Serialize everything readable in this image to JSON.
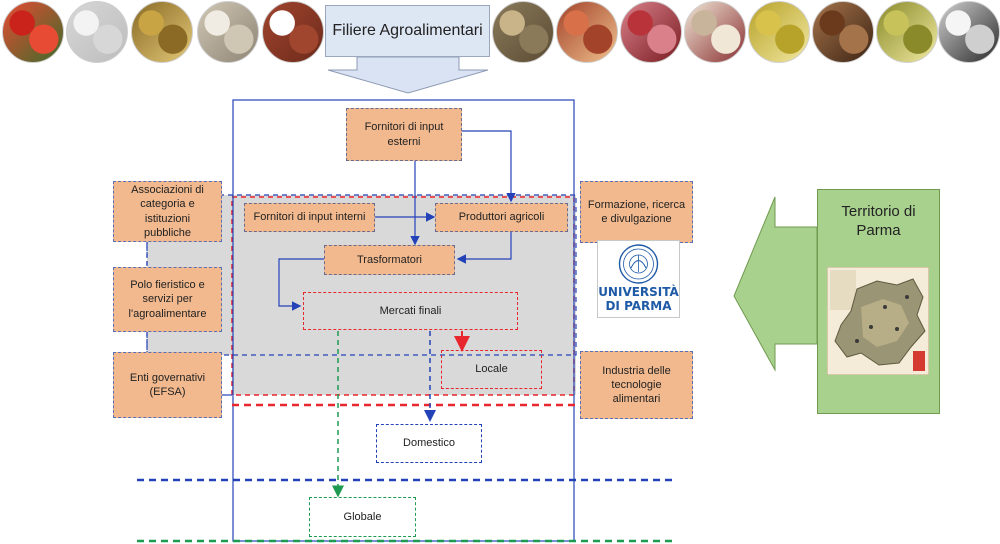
{
  "header": {
    "title": "Filiere Agroalimentari"
  },
  "photos": [
    {
      "name": "tomatoes-photo",
      "colors": [
        "#c9231b",
        "#e84b33",
        "#3d6b2a"
      ]
    },
    {
      "name": "sugar-cubes-photo",
      "colors": [
        "#f3f3f3",
        "#d7d7d7",
        "#bdbdbd"
      ]
    },
    {
      "name": "wheat-photo",
      "colors": [
        "#c9a445",
        "#8a6a24",
        "#e2c878"
      ]
    },
    {
      "name": "flour-photo",
      "colors": [
        "#f0ece3",
        "#cfc6b4",
        "#8f8575"
      ]
    },
    {
      "name": "cured-meat-jar-photo",
      "colors": [
        "#ffffff",
        "#a0452e",
        "#6d2a1b"
      ]
    },
    {
      "name": "cheese-wheels-photo",
      "colors": [
        "#c9b48a",
        "#8a7a5a",
        "#5b4c34"
      ]
    },
    {
      "name": "prosciutto-photo",
      "colors": [
        "#d8704a",
        "#a2432a",
        "#f0c08d"
      ]
    },
    {
      "name": "salami-photo",
      "colors": [
        "#b8343a",
        "#d9808a",
        "#7a1d22"
      ]
    },
    {
      "name": "culatello-photo",
      "colors": [
        "#c7b49a",
        "#f0e7d6",
        "#8a3032"
      ]
    },
    {
      "name": "olive-oil-photo",
      "colors": [
        "#d8c24c",
        "#b7a22a",
        "#f2e8a0"
      ]
    },
    {
      "name": "porcini-photo",
      "colors": [
        "#6b3a1d",
        "#a5734a",
        "#3d2414"
      ]
    },
    {
      "name": "grapes-photo",
      "colors": [
        "#c8c25a",
        "#8a8a2a",
        "#f0eaa0"
      ]
    },
    {
      "name": "milk-pour-photo",
      "colors": [
        "#f5f5f5",
        "#cfcfcf",
        "#2a2a2a"
      ]
    }
  ],
  "center": {
    "fornitori_esterni": "Fornitori di input esterni",
    "fornitori_interni": "Fornitori di input interni",
    "produttori": "Produttori agricoli",
    "trasformatori": "Trasformatori",
    "mercati_finali": "Mercati finali",
    "locale": "Locale",
    "domestico": "Domestico",
    "globale": "Globale"
  },
  "left": {
    "associazioni": "Associazioni di categoria e istituzioni pubbliche",
    "polo": "Polo fieristico e servizi per l'agroalimentare",
    "enti": "Enti governativi (EFSA)"
  },
  "right": {
    "formazione": "Formazione, ricerca e divulgazione",
    "industria": "Industria delle tecnologie alimentari",
    "university_line1": "UNIVERSITÀ",
    "university_line2": "DI PARMA"
  },
  "territory": {
    "title": "Territorio di Parma"
  },
  "colors": {
    "orange": "#f2b98e",
    "gray_area": "#d9d9d9",
    "blue": "#2442b8",
    "red": "#e8262e",
    "green": "#1f9a52",
    "territory_green": "#a9d18e",
    "title_blue": "#dde6f3",
    "arrow_blue": "#dae3f3",
    "university_blue": "#1f5aa6"
  }
}
